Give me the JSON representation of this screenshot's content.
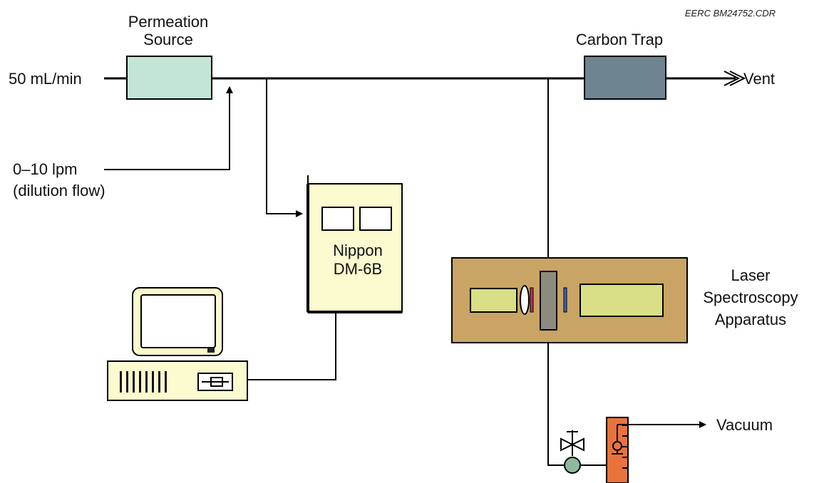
{
  "credit": "EERC BM24752.CDR",
  "labels": {
    "permeation_source_line1": "Permeation",
    "permeation_source_line2": "Source",
    "carrier_flow": "50 mL/min",
    "carbon_trap": "Carbon Trap",
    "vent": "Vent",
    "dilution_line1": "0–10 lpm",
    "dilution_line2": "(dilution flow)",
    "analyzer_line1": "Nippon",
    "analyzer_line2": "DM-6B",
    "laser_line1": "Laser",
    "laser_line2": "Spectroscopy",
    "laser_line3": "Apparatus",
    "vacuum": "Vacuum"
  },
  "colors": {
    "permeation_source": "#c3e5d6",
    "carbon_trap": "#6e8590",
    "analyzer": "#fcfbcf",
    "laser_apparatus": "#c9a464",
    "laser_window": "#d9df86",
    "sample_cell": "#8f8a80",
    "pump": "#e8743c",
    "valve_gauge": "#8fb8a0",
    "computer": "#fcfbcf"
  }
}
